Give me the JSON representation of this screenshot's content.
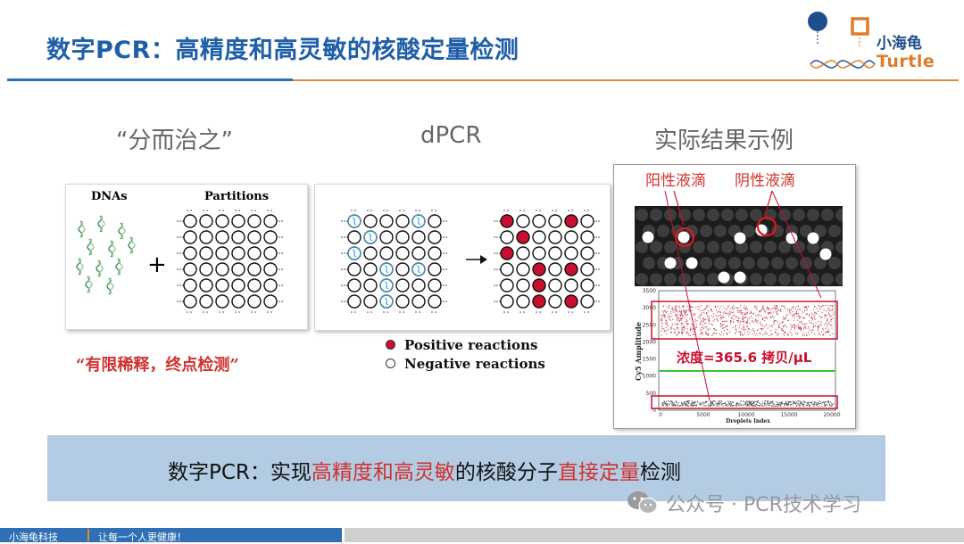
{
  "title": "数字PCR：高精度和高灵敏的核酸定量检测",
  "logo": {
    "cn": "小海龟",
    "en": "Turtle"
  },
  "headings": {
    "divide": "“分而治之”",
    "dpcr": "dPCR",
    "example": "实际结果示例"
  },
  "panel1": {
    "dnas_label": "DNAs",
    "partitions_label": "Partitions",
    "plus": "+"
  },
  "quote": "“有限稀释，终点检测”",
  "legend": {
    "positive": "Positive reactions",
    "negative": "Negative reactions"
  },
  "panel3": {
    "positive_droplet_label": "阳性液滴",
    "negative_droplet_label": "阴性液滴",
    "concentration": "浓度=365.6 拷贝/μL",
    "y_axis_label": "Cy5 Amplitude",
    "x_axis_label": "Droplets Index",
    "y_ticks": [
      "3500",
      "3000",
      "2500",
      "2000",
      "1500",
      "1000",
      "500",
      "0"
    ],
    "x_ticks": [
      "0",
      "5000",
      "10000",
      "15000",
      "20000"
    ]
  },
  "banner": {
    "p1": "数字PCR：实现",
    "p2": "高精度和高灵敏",
    "p3": "的核酸分子",
    "p4": "直接定量",
    "p5": "检测"
  },
  "watermark": {
    "text": "公众号 · PCR技术学习",
    "icon": "wechat-icon"
  },
  "footer": {
    "company": "小海龟科技",
    "slogan": "让每一个人更健康！"
  },
  "colors": {
    "title_blue": "#1f5fa8",
    "accent_orange": "#e38a3a",
    "highlight_red": "#d0322e",
    "banner_bg": "#b3cce4"
  }
}
